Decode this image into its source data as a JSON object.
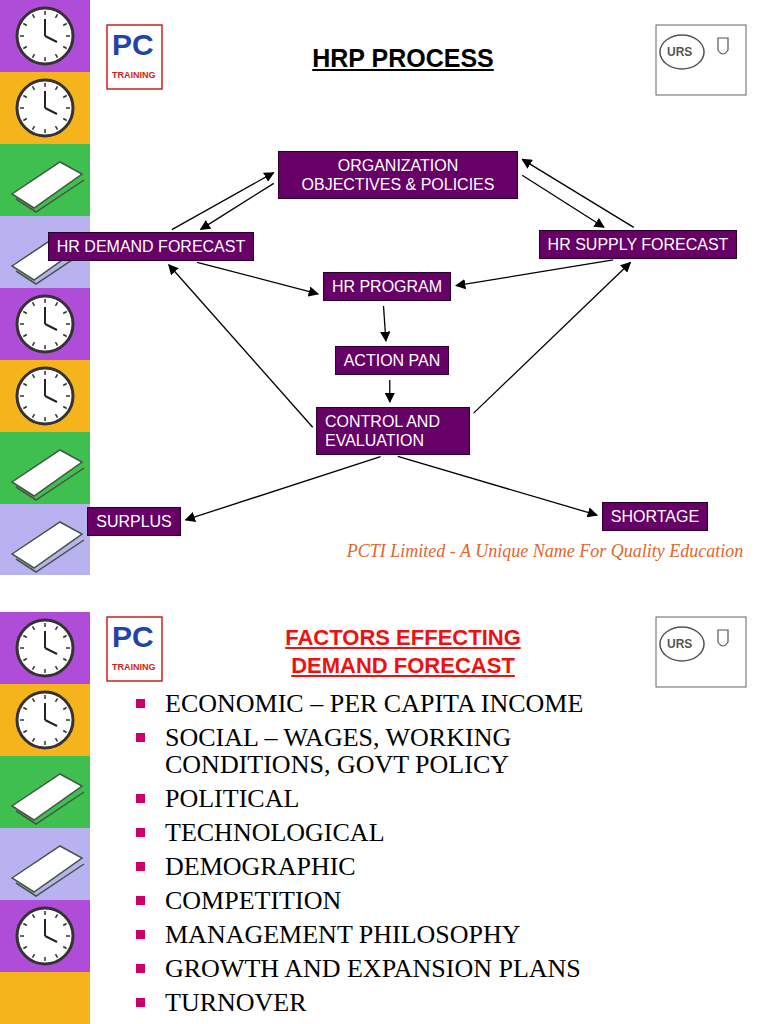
{
  "diagram": {
    "title": "HRP PROCESS",
    "caption": "PCTI Limited - A Unique Name For Quality Education",
    "nodes": [
      {
        "text": [
          "ORGANIZATION OBJECTIVES & POLICIES"
        ]
      },
      {
        "text": [
          "HR DEMAND FORECAST"
        ]
      },
      {
        "text": [
          "HR SUPPLY FORECAST"
        ]
      },
      {
        "text": [
          "HR PROGRAM"
        ]
      },
      {
        "text": [
          "ACTION PAN"
        ]
      },
      {
        "text": [
          "CONTROL AND EVALUATION"
        ]
      },
      {
        "text": [
          "SURPLUS"
        ]
      },
      {
        "text": [
          "SHORTAGE"
        ]
      }
    ],
    "edges": [
      {
        "from": 1,
        "to": 0,
        "arrow": "to"
      },
      {
        "from": 0,
        "to": 1,
        "arrow": "to"
      },
      {
        "from": 0,
        "to": 2,
        "arrow": "to"
      },
      {
        "from": 2,
        "to": 0,
        "arrow": "to"
      },
      {
        "from": 1,
        "to": 3,
        "arrow": "to"
      },
      {
        "from": 2,
        "to": 3,
        "arrow": "to"
      },
      {
        "from": 3,
        "to": 4,
        "arrow": "to"
      },
      {
        "from": 4,
        "to": 5,
        "arrow": "to"
      },
      {
        "from": 5,
        "to": 1,
        "arrow": "to"
      },
      {
        "from": 5,
        "to": 2,
        "arrow": "to"
      },
      {
        "from": 5,
        "to": 6,
        "arrow": "to"
      },
      {
        "from": 5,
        "to": 7,
        "arrow": "to"
      }
    ],
    "labels": [
      "PC",
      "TRAINING",
      "URS",
      "PC",
      "TRAINING",
      "URS",
      "FACTORS EFFECTING DEMAND FORECAST",
      "ECONOMIC – PER CAPITA INCOME",
      "SOCIAL – WAGES, WORKING CONDITIONS, GOVT POLICY",
      "POLITICAL",
      "TECHNOLOGICAL",
      "DEMOGRAPHIC",
      "COMPETITION",
      "MANAGEMENT PHILOSOPHY",
      "GROWTH AND EXPANSION PLANS",
      "TURNOVER"
    ]
  }
}
